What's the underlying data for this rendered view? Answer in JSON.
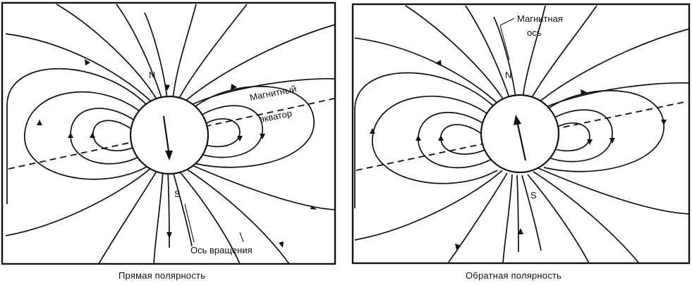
{
  "panels": [
    {
      "caption": "Прямая полярность",
      "pole_top": "N",
      "pole_bottom": "S",
      "equator_label_line1": "Магнитный",
      "equator_label_line2": "экватор",
      "rotation_axis_label": "Ось вращения"
    },
    {
      "caption": "Обратная  полярность",
      "pole_top": "N",
      "pole_bottom": "S",
      "magnetic_axis_label_line1": "Магнитная",
      "magnetic_axis_label_line2": "ось"
    }
  ]
}
